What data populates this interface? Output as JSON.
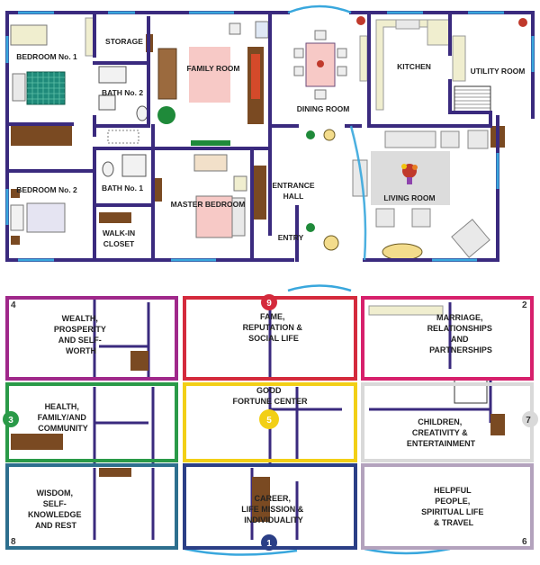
{
  "floor_plan": {
    "rooms": {
      "bedroom1": "BEDROOM No. 1",
      "storage": "STORAGE",
      "family": "FAMILY ROOM",
      "dining": "DINING ROOM",
      "kitchen": "KITCHEN",
      "utility": "UTILITY ROOM",
      "bath2": "BATH No. 2",
      "bedroom2": "BEDROOM No. 2",
      "bath1": "BATH No. 1",
      "master": "MASTER BEDROOM",
      "entrance_1": "ENTRANCE",
      "entrance_2": "HALL",
      "living": "LIVING ROOM",
      "walkin_1": "WALK-IN",
      "walkin_2": "CLOSET",
      "entry": "ENTRY"
    }
  },
  "bagua": {
    "areas": [
      {
        "key": "wealth",
        "number": "4",
        "lines": [
          "WEALTH,",
          "PROSPERITY",
          "AND SELF-",
          "WORTH"
        ],
        "color": "#a0288a"
      },
      {
        "key": "fame",
        "number": "9",
        "lines": [
          "FAME,",
          "REPUTATION &",
          "SOCIAL LIFE"
        ],
        "color": "#d42a3c"
      },
      {
        "key": "marriage",
        "number": "2",
        "lines": [
          "MARRIAGE,",
          "RELATIONSHIPS",
          "AND",
          "PARTNERSHIPS"
        ],
        "color": "#d7206c"
      },
      {
        "key": "health",
        "number": "3",
        "lines": [
          "HEALTH,",
          "FAMILY/AND",
          "COMMUNITY"
        ],
        "color": "#2a9a48"
      },
      {
        "key": "center",
        "number": "5",
        "lines": [
          "GOOD",
          "FORTUNE CENTER"
        ],
        "color": "#f2cf16"
      },
      {
        "key": "children",
        "number": "7",
        "lines": [
          "CHILDREN,",
          "CREATIVITY &",
          "ENTERTAINMENT"
        ],
        "color": "#d9d9d9"
      },
      {
        "key": "wisdom",
        "number": "8",
        "lines": [
          "WISDOM,",
          "SELF-",
          "KNOWLEDGE",
          "AND REST"
        ],
        "color": "#2d6f8e"
      },
      {
        "key": "career",
        "number": "1",
        "lines": [
          "CAREER,",
          "LIFE MISSION &",
          "INDIVIDUALITY"
        ],
        "color": "#2b3f86"
      },
      {
        "key": "helpful",
        "number": "6",
        "lines": [
          "HELPFUL",
          "PEOPLE,",
          "SPIRITUAL LIFE",
          "& TRAVEL"
        ],
        "color": "#b3a2bd"
      }
    ]
  },
  "colors": {
    "wall": "#3a2a7e",
    "window": "#39a7dd",
    "wood": "#7a4a22",
    "rug": "#f7c9c6",
    "teal_bed": "#1f8a7a"
  }
}
